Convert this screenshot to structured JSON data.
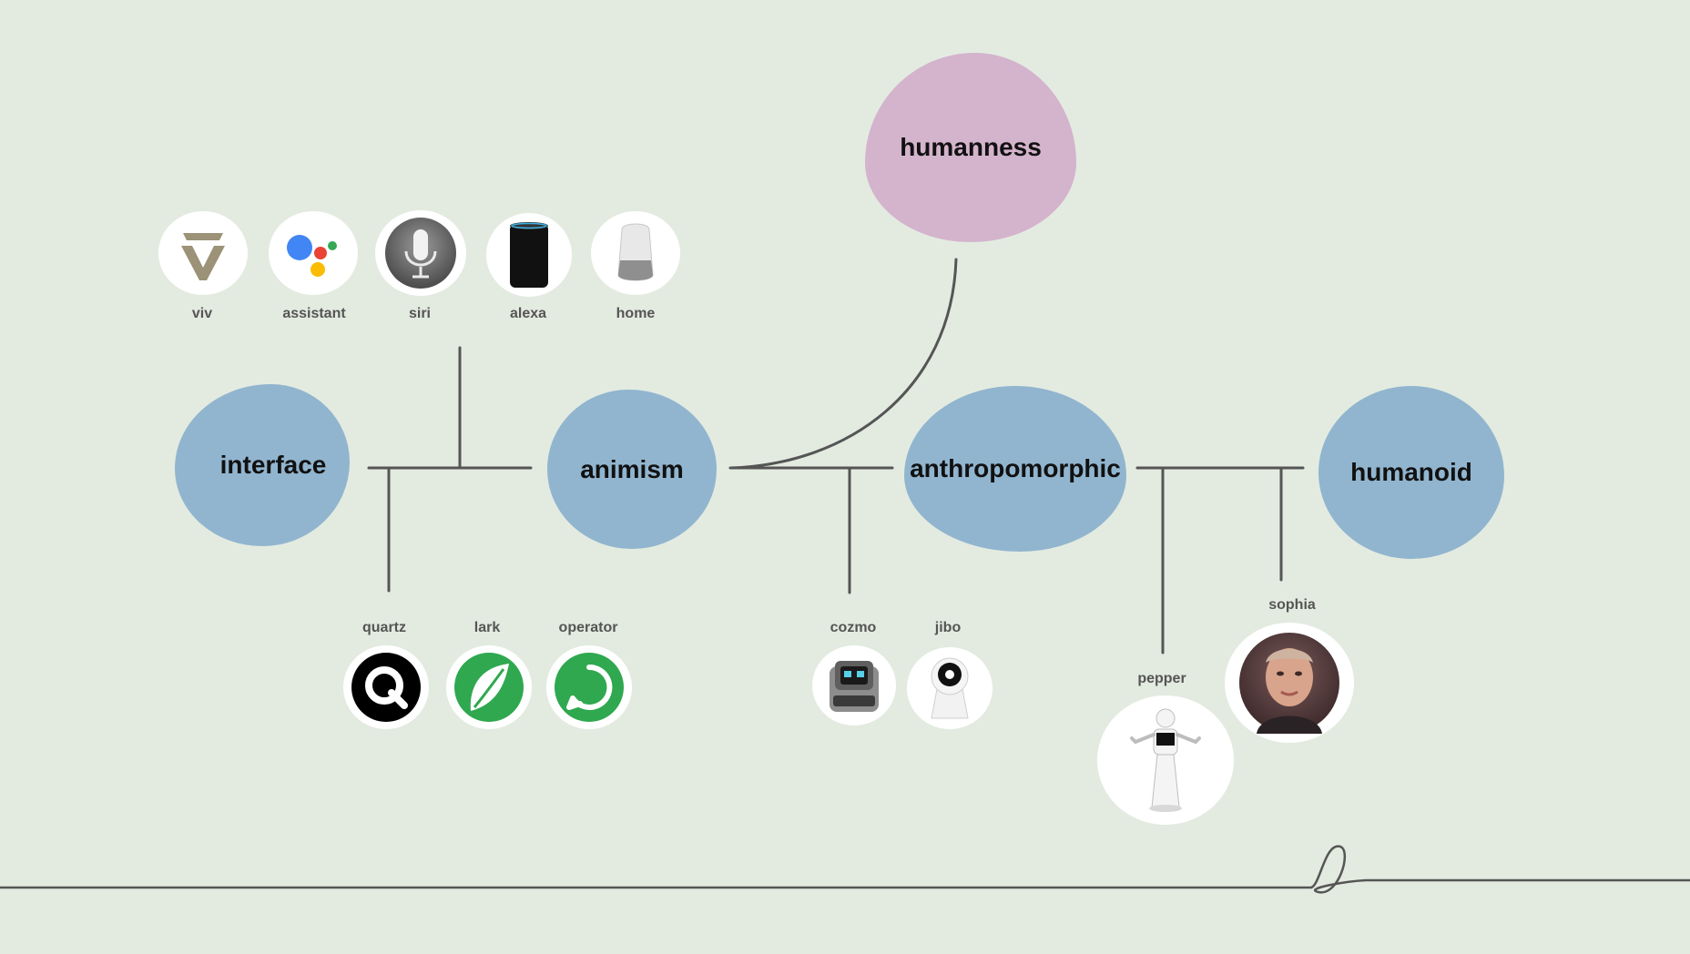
{
  "concepts": {
    "humanness": "humanness",
    "interface": "interface",
    "animism": "animism",
    "anthropomorphic": "anthropomorphic",
    "humanoid": "humanoid"
  },
  "assistants": {
    "viv": "viv",
    "assistant": "assistant",
    "siri": "siri",
    "alexa": "alexa",
    "home": "home"
  },
  "apps": {
    "quartz": "quartz",
    "lark": "lark",
    "operator": "operator"
  },
  "robots": {
    "cozmo": "cozmo",
    "jibo": "jibo",
    "pepper": "pepper",
    "sophia": "sophia"
  },
  "colors": {
    "background": "#e3ebe0",
    "concept_blue": "#91b5cf",
    "concept_pink": "#d4b3cc",
    "line": "#555555",
    "google_blue": "#4285f4",
    "google_red": "#ea4335",
    "google_yellow": "#fbbc05",
    "google_green": "#34a853",
    "lark_green": "#2fa84f"
  }
}
